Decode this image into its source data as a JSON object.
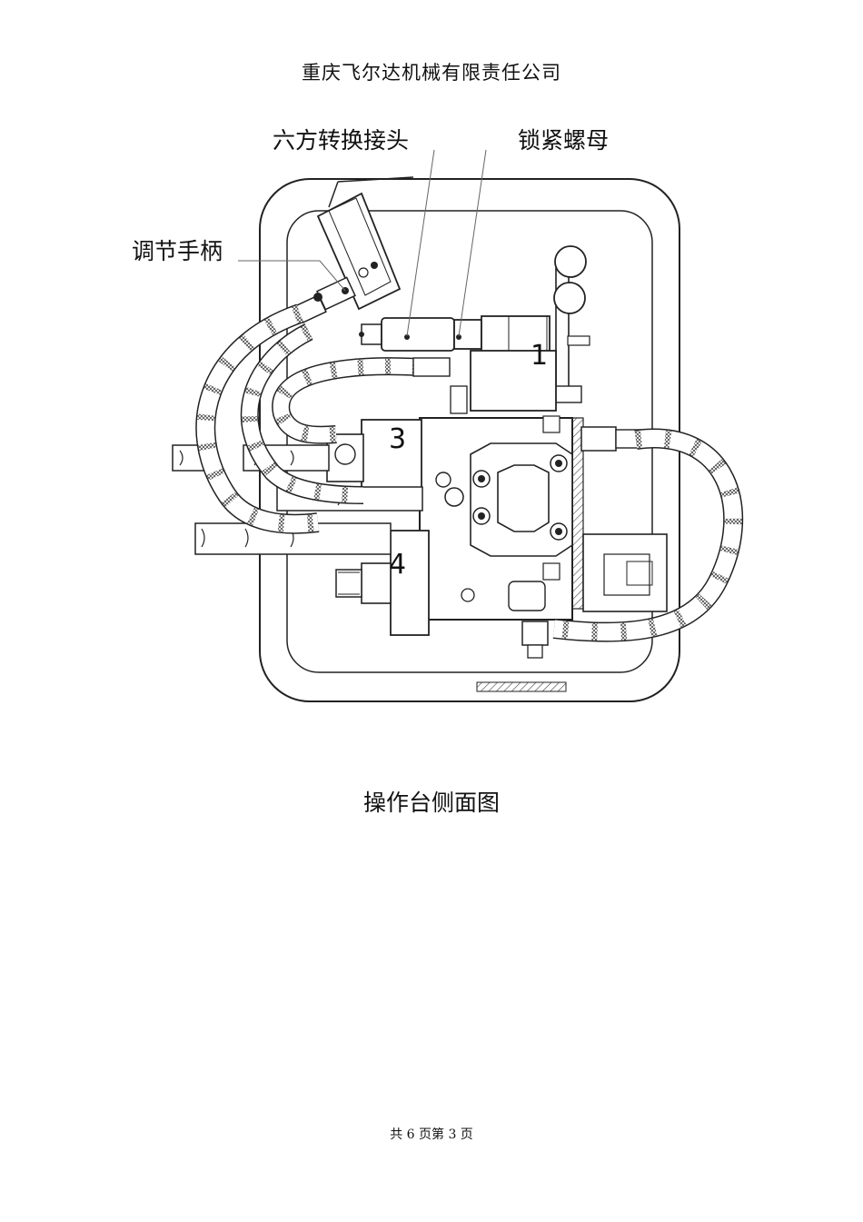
{
  "header": {
    "company": "重庆飞尔达机械有限责任公司"
  },
  "figure": {
    "labels": {
      "hex_adapter": "六方转换接头",
      "lock_nut": "锁紧螺母",
      "adjust_handle": "调节手柄"
    },
    "numbers": {
      "n1": "1",
      "n3": "3",
      "n4": "4"
    }
  },
  "caption": "操作台侧面图",
  "footer": {
    "page_info": "共 6 页第 3 页"
  }
}
